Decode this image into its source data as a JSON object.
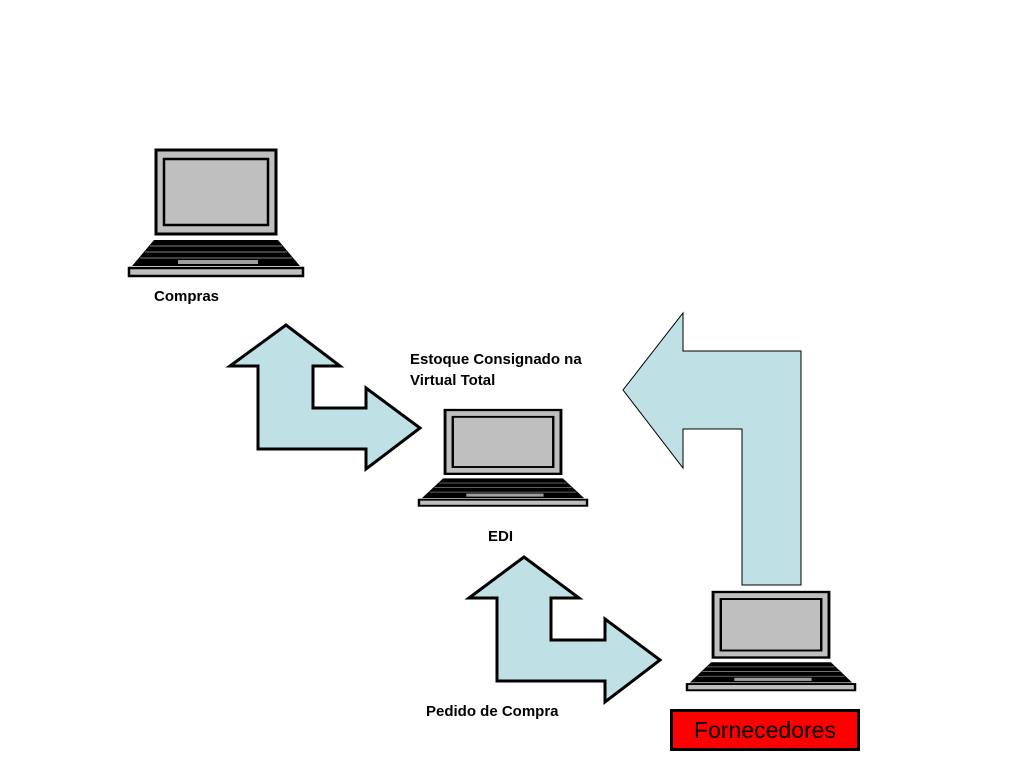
{
  "nodes": {
    "compras": {
      "label": "Compras"
    },
    "edi": {
      "title_line1": "Estoque Consignado na",
      "title_line2": "Virtual Total",
      "label": "EDI"
    },
    "fornecedores": {
      "label": "Fornecedores"
    }
  },
  "edges": {
    "pedido": {
      "label": "Pedido de Compra"
    }
  },
  "colors": {
    "arrow_fill": "#bfe0e4",
    "device_gray": "#bfbfbf",
    "fornecedores_fill": "#ff0000"
  }
}
